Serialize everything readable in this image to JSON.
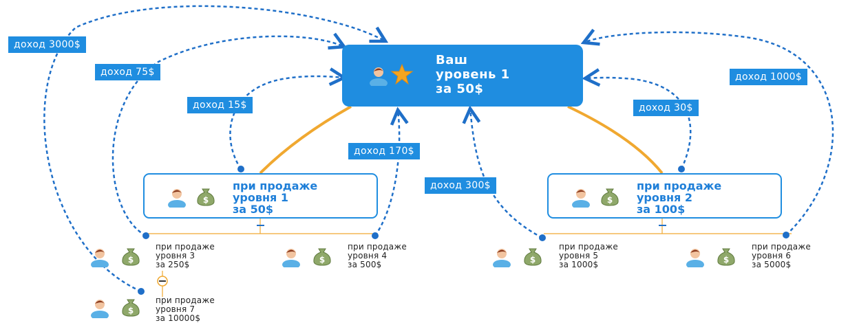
{
  "root": {
    "lines": [
      "Ваш",
      "уровень 1",
      "за 50$"
    ]
  },
  "mid_nodes": [
    {
      "lines": [
        "при продаже",
        "уровня 1",
        "за 50$"
      ]
    },
    {
      "lines": [
        "при продаже",
        "уровня 2",
        "за 100$"
      ]
    }
  ],
  "leaf_nodes": [
    {
      "lines": [
        "при продаже",
        "уровня 3",
        "за 250$"
      ]
    },
    {
      "lines": [
        "при продаже",
        "уровня 4",
        "за 500$"
      ]
    },
    {
      "lines": [
        "при продаже",
        "уровня 5",
        "за 1000$"
      ]
    },
    {
      "lines": [
        "при продаже",
        "уровня 6",
        "за 5000$"
      ]
    },
    {
      "lines": [
        "при продаже",
        "уровня 7",
        "за 10000$"
      ]
    }
  ],
  "income_labels": [
    "доход 3000$",
    "доход 75$",
    "доход 15$",
    "доход 170$",
    "доход 300$",
    "доход 30$",
    "доход 1000$"
  ],
  "icons": {
    "person": "person-icon",
    "star": "star-icon",
    "money": "money-bag-icon"
  },
  "colors": {
    "accent": "#1f8de0",
    "connector": "#f0a830",
    "dashed": "#1f6fc8"
  }
}
